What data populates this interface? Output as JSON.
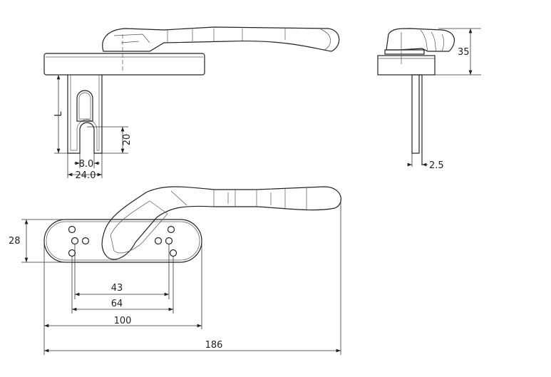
{
  "dimensions": {
    "spindle_length": "L",
    "slot_depth": "20",
    "slot_width": "8.0",
    "spindle_width": "24.0",
    "height": "35",
    "spindle_thickness": "2.5",
    "plate_width": "28",
    "hole_spacing_inner": "43",
    "hole_spacing_outer": "64",
    "plate_length": "100",
    "overall_length": "186"
  }
}
